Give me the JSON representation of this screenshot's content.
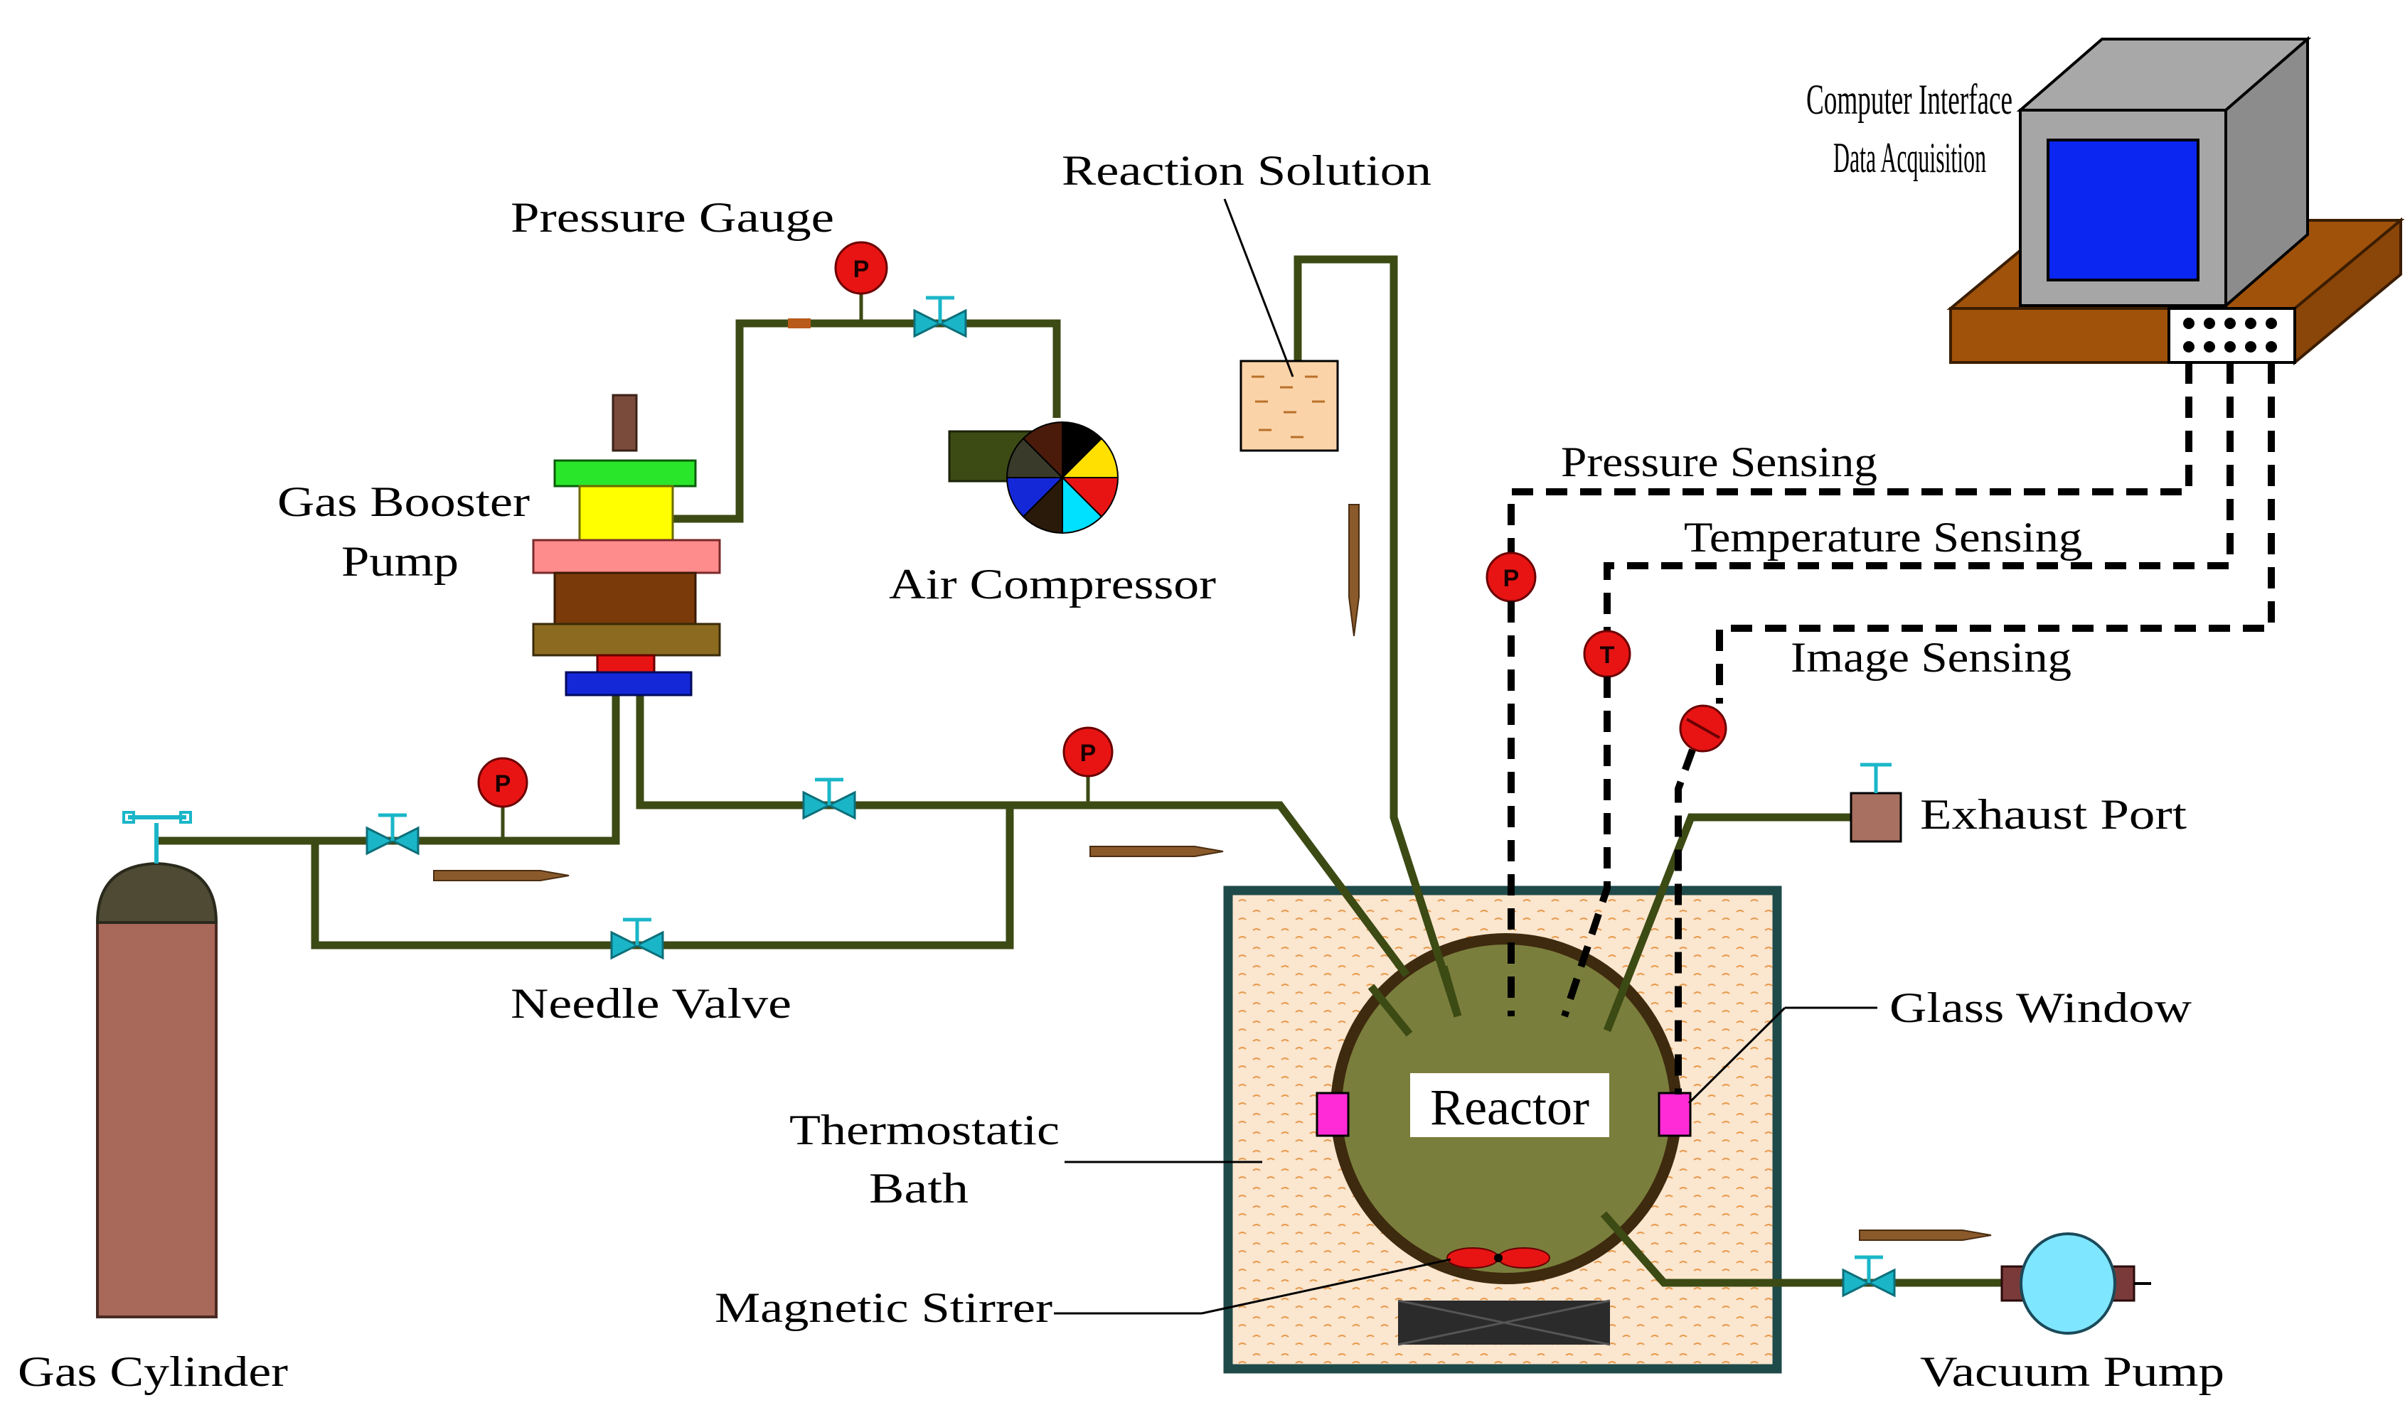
{
  "labels": {
    "computer_line1": "Computer Interface",
    "computer_line2": "Data Acquisition",
    "reaction_solution": "Reaction Solution",
    "pressure_gauge": "Pressure Gauge",
    "gas_booster_line1": "Gas Booster",
    "gas_booster_line2": "Pump",
    "air_compressor": "Air Compressor",
    "pressure_sensing": "Pressure Sensing",
    "temperature_sensing": "Temperature Sensing",
    "image_sensing": "Image Sensing",
    "exhaust_port": "Exhaust Port",
    "needle_valve": "Needle Valve",
    "glass_window": "Glass Window",
    "reactor": "Reactor",
    "thermostatic_line1": "Thermostatic",
    "thermostatic_line2": "Bath",
    "magnetic_stirrer": "Magnetic Stirrer",
    "gas_cylinder": "Gas Cylinder",
    "vacuum_pump": "Vacuum Pump"
  },
  "gauges": {
    "pressure": "P",
    "temperature": "T"
  },
  "colors": {
    "pipe": "#3c4a14",
    "valve": "#1ab6c8",
    "gauge": "#e81414",
    "reactor": "#7a7e3c",
    "bath": "#fbe6cf",
    "bath_frame": "#1f4a4a",
    "screen": "#0a26f0",
    "cylinder": "#a8685a",
    "window": "#ff2bd6"
  }
}
